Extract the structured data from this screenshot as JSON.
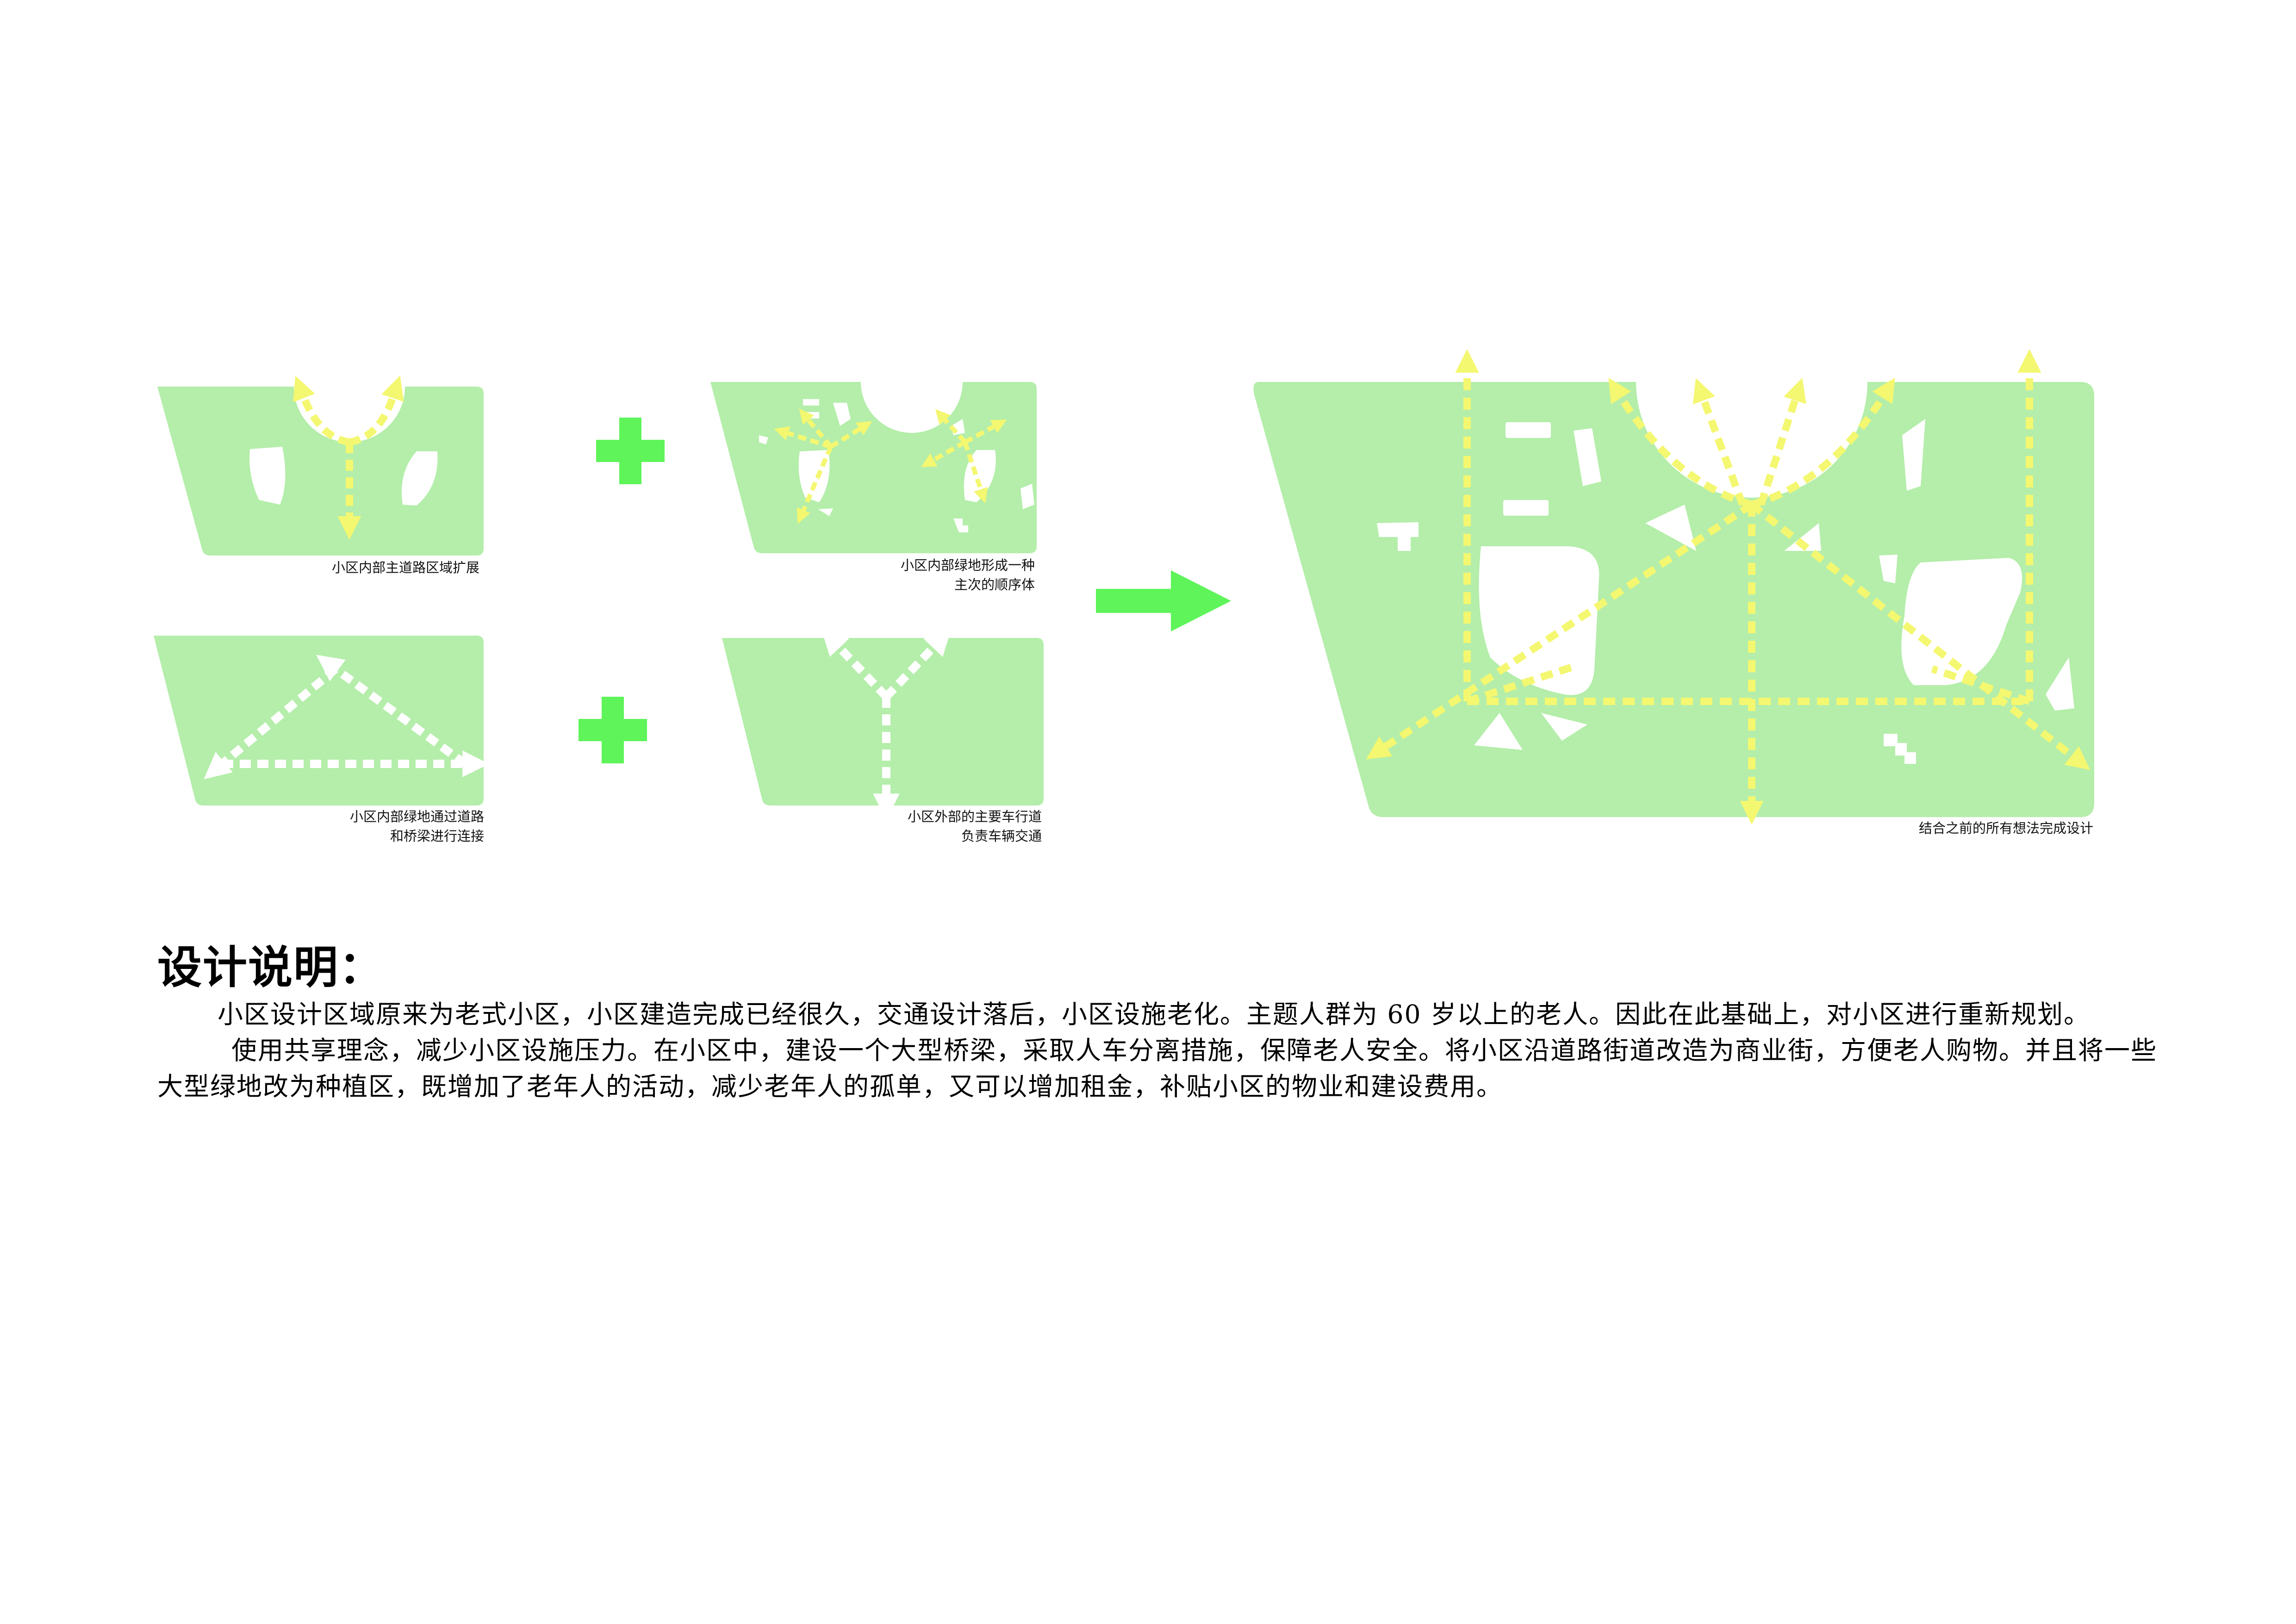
{
  "colors": {
    "land": "#b4eeaa",
    "road": "#f4f770",
    "path": "#ffffff",
    "plus": "#5ef45a",
    "arrow": "#5ef45a"
  },
  "icons": {
    "plus": "plus-icon",
    "result": "arrow-right-icon"
  },
  "panels": [
    {
      "id": "main-road",
      "caption": [
        "小区内部主道路区域扩展"
      ]
    },
    {
      "id": "green-order",
      "caption": [
        "小区内部绿地形成一种",
        "主次的顺序体"
      ]
    },
    {
      "id": "green-connect",
      "caption": [
        "小区内部绿地通过道路",
        "和桥梁进行连接"
      ]
    },
    {
      "id": "outer-road",
      "caption": [
        "小区外部的主要车行道",
        "负责车辆交通"
      ]
    },
    {
      "id": "final",
      "caption": [
        "结合之前的所有想法完成设计"
      ]
    }
  ],
  "description": {
    "title": "设计说明：",
    "paragraphs": [
      "小区设计区域原来为老式小区，小区建造完成已经很久，交通设计落后，小区设施老化。主题人群为 60 岁以上的老人。因此在此基础上，对小区进行重新规划。",
      "使用共享理念，减少小区设施压力。在小区中，建设一个大型桥梁，采取人车分离措施，保障老人安全。将小区沿道路街道改造为商业街，方便老人购物。并且将一些大型绿地改为种植区，既增加了老年人的活动，减少老年人的孤单，又可以增加租金，补贴小区的物业和建设费用。"
    ]
  }
}
